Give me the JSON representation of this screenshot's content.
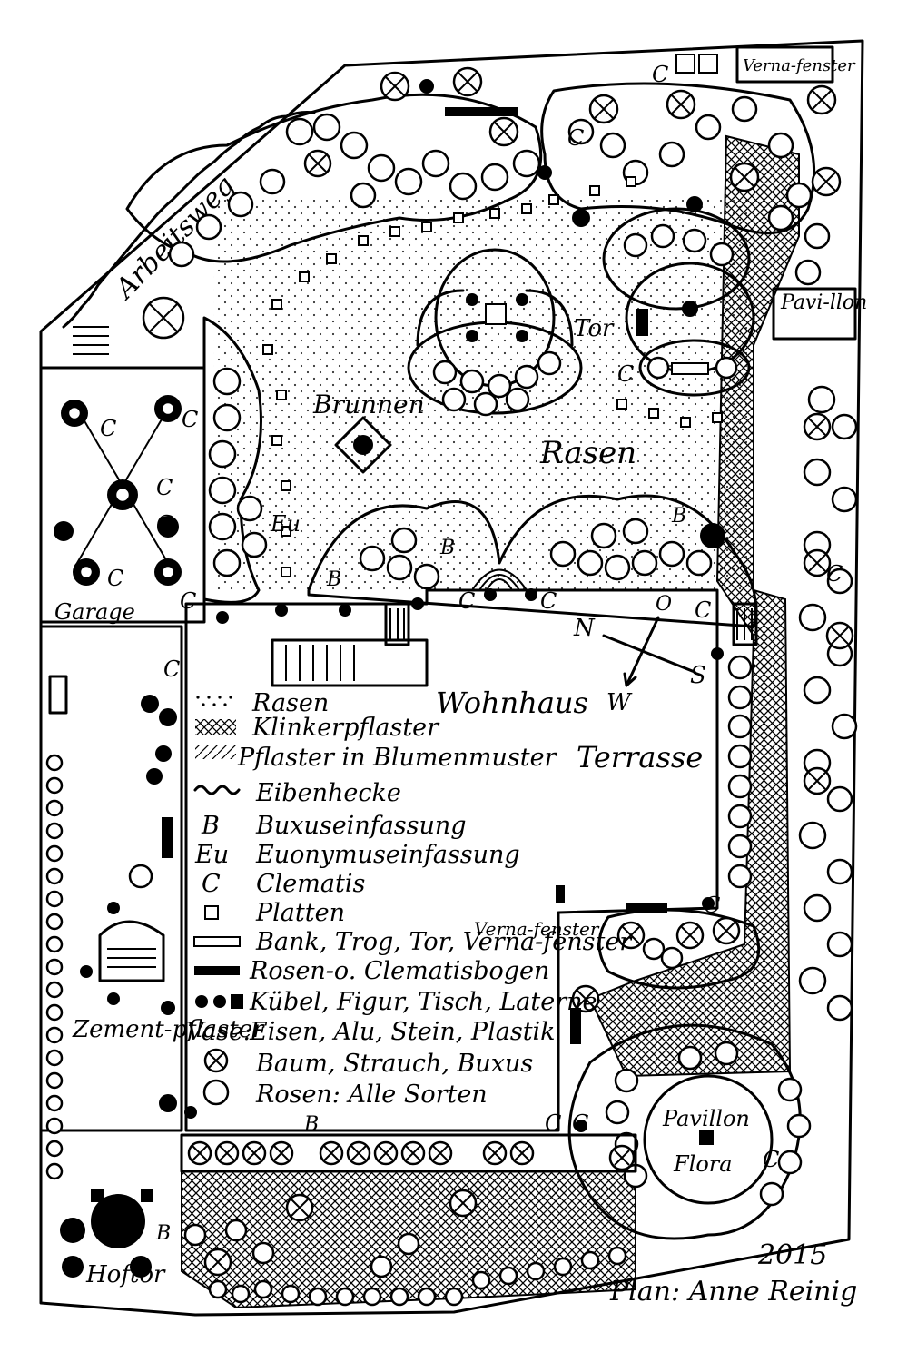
{
  "plan": {
    "labels": {
      "arbeitsweg": "Arbeitsweg",
      "brunnen": "Brunnen",
      "rasen": "Rasen",
      "tor": "Tor",
      "pavillon_top": "Pavi-llon",
      "verna_fenster_top": "Verna-fenster",
      "garage": "Garage",
      "wohnhaus": "Wohnhaus",
      "terrasse": "Terrasse",
      "zementpflaster": "Zement-pflaster",
      "hoftor": "Hoftor",
      "pavillon_bottom": "Pavillon",
      "flora": "Flora",
      "verna_fenster_house": "Verna-fenster",
      "year": "2015",
      "author": "Plan: Anne Reinig"
    },
    "compass": {
      "n": "N",
      "o": "O",
      "s": "S",
      "w": "W"
    },
    "markers": {
      "clematis": "C",
      "buxus": "B",
      "euonymus": "Eu"
    },
    "legend": [
      {
        "symbol": "dots",
        "text": "Rasen"
      },
      {
        "symbol": "crosshatch",
        "text": "Klinkerpflaster"
      },
      {
        "symbol": "hatch-pattern",
        "text": "Pflaster in Blumenmuster"
      },
      {
        "symbol": "wave",
        "text": "Eibenhecke"
      },
      {
        "symbol": "letter",
        "letter": "B",
        "text": "Buxuseinfassung"
      },
      {
        "symbol": "letter",
        "letter": "Eu",
        "text": "Euonymuseinfassung"
      },
      {
        "symbol": "letter",
        "letter": "C",
        "text": "Clematis"
      },
      {
        "symbol": "square",
        "text": "Platten"
      },
      {
        "symbol": "bench",
        "text": "Bank, Trog, Tor, Verna-fenster"
      },
      {
        "symbol": "bar",
        "text": "Rosen-o. Clematisbogen"
      },
      {
        "symbol": "dot-square",
        "text": "Kübel, Figur, Tisch, Laterne"
      },
      {
        "symbol": "none",
        "prefix": "Vase:",
        "text": "Eisen, Alu, Stein, Plastik"
      },
      {
        "symbol": "crossed-circle",
        "text": "Baum, Strauch, Buxus"
      },
      {
        "symbol": "circle",
        "text": "Rosen: Alle Sorten"
      }
    ]
  }
}
